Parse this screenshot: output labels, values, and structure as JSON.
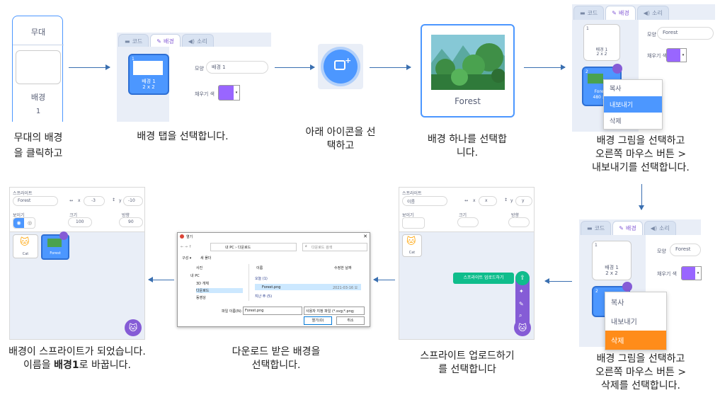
{
  "step1": {
    "stage_label": "무대",
    "backdrop_label": "배경",
    "backdrop_count": "1",
    "caption": "무대의 배경을 클릭하고"
  },
  "step2": {
    "tabs": [
      "코드",
      "배경",
      "소리"
    ],
    "thumb_number": "1",
    "thumb_name": "배경 1",
    "thumb_size": "2 x 2",
    "shape_label": "모양",
    "shape_value": "배경 1",
    "fill_label": "채우기 색",
    "caption": "배경 탭을 선택합니다."
  },
  "step3": {
    "caption": "아래 아이콘을 선택하고"
  },
  "step4": {
    "name": "Forest",
    "caption": "배경 하나를 선택합니다."
  },
  "step5": {
    "tabs": [
      "코드",
      "배경",
      "소리"
    ],
    "thumb1_number": "1",
    "thumb1_name": "배경 1",
    "thumb1_size": "2 x 2",
    "thumb2_number": "2",
    "thumb2_name": "Fore",
    "thumb2_size": "480 x",
    "shape_label": "모양",
    "shape_value": "Forest",
    "fill_label": "채우기 색",
    "menu": [
      "복사",
      "내보내기",
      "삭제"
    ],
    "caption_lines": [
      "배경 그림을 선택하고",
      "오른쪽 마우스 버튼 >",
      "내보내기를 선택합니다."
    ]
  },
  "step6": {
    "tabs": [
      "코드",
      "배경",
      "소리"
    ],
    "thumb1_number": "1",
    "thumb1_name": "배경 1",
    "thumb1_size": "2 x 2",
    "thumb2_number": "2",
    "shape_label": "모양",
    "shape_value": "Forest",
    "fill_label": "채우기 색",
    "menu": [
      "복사",
      "내보내기",
      "삭제"
    ],
    "caption_lines": [
      "배경 그림을 선택하고",
      "오른쪽 마우스 버튼 >",
      "삭제를 선택합니다."
    ]
  },
  "step7": {
    "sprite_label": "스프라이트",
    "sprite_value": "이름",
    "x_label": "x",
    "x_value": "x",
    "y_label": "y",
    "y_value": "y",
    "show_label": "보이기",
    "size_label": "크기",
    "direction_label": "방향",
    "sprite_name": "Cat",
    "tooltip": "스프라이트 업로드하기",
    "caption_lines": [
      "스프라이트 업로드하기",
      "를 선택합니다"
    ]
  },
  "step8": {
    "title": "열기",
    "path": "내 PC › 다운로드",
    "search_placeholder": "다운로드 검색",
    "organize": "구성 ▾",
    "new_folder": "새 폴더",
    "sidebar": [
      "사진",
      "내 PC",
      "3D 개체",
      "다운로드",
      "동영상"
    ],
    "col_name": "이름",
    "col_date": "수정한 날짜",
    "group_today": "오늘 (1)",
    "file_name": "Forest.png",
    "file_date": "2021-03-16 오",
    "group_last": "지난 주 (5)",
    "filename_label": "파일 이름(N):",
    "filename_value": "Forest.png",
    "filter": "사용자 지정 파일 (*.svg;*.png;",
    "open_button": "열기(O)",
    "cancel_button": "취소",
    "caption_lines": [
      "다운로드 받은 배경을",
      "선택합니다."
    ]
  },
  "step9": {
    "sprite_label": "스프라이트",
    "sprite_value": "Forest",
    "x_label": "x",
    "x_value": "-3",
    "y_label": "y",
    "y_value": "-10",
    "show_label": "보이기",
    "size_label": "크기",
    "size_value": "100",
    "direction_label": "방향",
    "direction_value": "90",
    "sprite1": "Cat",
    "sprite2": "Forest",
    "caption_line1": "배경이 스프라이트가 되었습니다.",
    "caption_line2_pre": "이름을 ",
    "caption_line2_bold": "배경1",
    "caption_line2_post": "로 바꿉니다."
  },
  "colors": {
    "accent": "#855cd6",
    "arrow": "#3a6fb0",
    "highlight_blue": "#4c97ff",
    "highlight_orange": "#ff8c1a",
    "upload_green": "#0fbd8c",
    "frame_blue": "#4c97ff"
  }
}
